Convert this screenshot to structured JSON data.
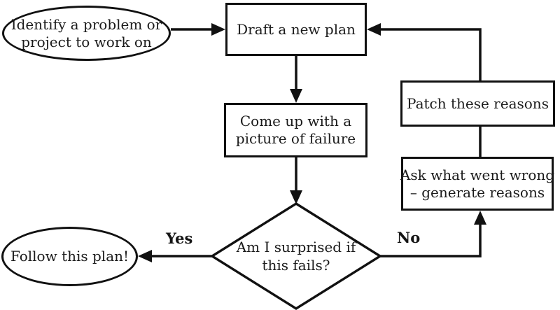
{
  "diagram": {
    "background": "#ffffff",
    "stroke_color": "#111111",
    "text_color": "#1b1b1b",
    "nodes": {
      "identify": {
        "shape": "ellipse",
        "lines": [
          "Identify a problem or",
          "project to work on"
        ]
      },
      "draft": {
        "shape": "rect",
        "lines": [
          "Draft a new plan"
        ]
      },
      "failure_picture": {
        "shape": "rect",
        "lines": [
          "Come up with a",
          "picture of failure"
        ]
      },
      "surprised": {
        "shape": "diamond",
        "lines": [
          "Am I surprised if",
          "this fails?"
        ]
      },
      "follow": {
        "shape": "ellipse",
        "lines": [
          "Follow this plan!"
        ]
      },
      "patch": {
        "shape": "rect",
        "lines": [
          "Patch these reasons"
        ]
      },
      "ask": {
        "shape": "rect",
        "lines": [
          "Ask what went wrong",
          "– generate reasons"
        ]
      }
    },
    "edge_labels": {
      "yes": "Yes",
      "no": "No"
    }
  }
}
